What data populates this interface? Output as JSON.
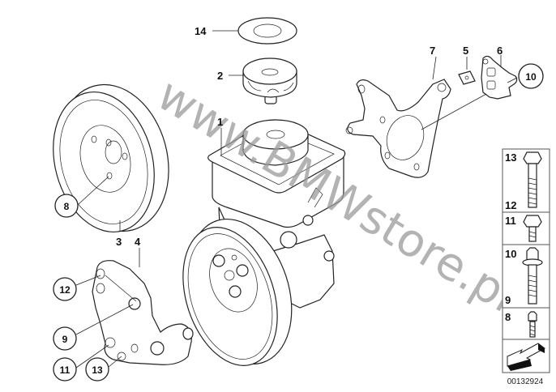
{
  "diagram": {
    "title": "Power steering pump assembly",
    "watermark": "www.BMWstore.pl",
    "image_code": "00132924",
    "callouts": [
      {
        "id": "1",
        "label": "1",
        "circled": false
      },
      {
        "id": "2",
        "label": "2",
        "circled": false
      },
      {
        "id": "3",
        "label": "3",
        "circled": false
      },
      {
        "id": "4",
        "label": "4",
        "circled": false
      },
      {
        "id": "5",
        "label": "5",
        "circled": false
      },
      {
        "id": "6",
        "label": "6",
        "circled": false
      },
      {
        "id": "7",
        "label": "7",
        "circled": false
      },
      {
        "id": "8",
        "label": "8",
        "circled": true
      },
      {
        "id": "9",
        "label": "9",
        "circled": true
      },
      {
        "id": "10",
        "label": "10",
        "circled": true
      },
      {
        "id": "11",
        "label": "11",
        "circled": true
      },
      {
        "id": "12",
        "label": "12",
        "circled": true
      },
      {
        "id": "13",
        "label": "13",
        "circled": true
      },
      {
        "id": "14",
        "label": "14",
        "circled": false
      }
    ],
    "fastener_legend": [
      {
        "top_label": "13",
        "bottom_label": "12",
        "part": "long hex bolt"
      },
      {
        "top_label": "11",
        "bottom_label": "",
        "part": "short hex bolt"
      },
      {
        "top_label": "10",
        "bottom_label": "9",
        "part": "torx flange bolt"
      },
      {
        "top_label": "8",
        "bottom_label": "",
        "part": "small torx bolt"
      }
    ]
  }
}
